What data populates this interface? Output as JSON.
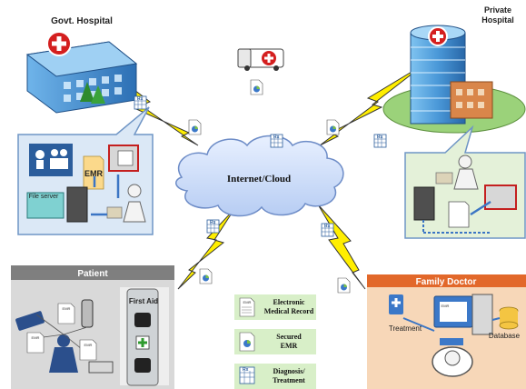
{
  "govt_hospital": {
    "title": "Govt. Hospital",
    "emr_label": "EMR",
    "file_server_label": "File server"
  },
  "private_hospital": {
    "title_line1": "Private",
    "title_line2": "Hospital"
  },
  "cloud": {
    "label": "Internet/Cloud"
  },
  "patient_panel": {
    "title": "Patient",
    "first_aid_label": "First Aid",
    "emr_tag": "EMR"
  },
  "family_doctor_panel": {
    "title": "Family Doctor",
    "treatment_label": "Treatment",
    "database_label": "Database",
    "emr_tag": "EMR"
  },
  "legend": [
    {
      "icon": "emr-document-icon",
      "icon_text": "EMR",
      "line1": "Electronic",
      "line2": "Medical Record"
    },
    {
      "icon": "pie-chart-document-icon",
      "icon_text": "",
      "line1": "Secured",
      "line2": "EMR"
    },
    {
      "icon": "prescription-grid-icon",
      "icon_text": "Rx",
      "line1": "Diagnosis/",
      "line2": "Treatment"
    }
  ],
  "rx_tag": "Rx",
  "colors": {
    "lightning": "#ffee00",
    "lightning_stroke": "#333333",
    "cloud_fill": "#cfe0ff",
    "patient_header": "#7f7f7f",
    "family_doctor_header": "#e2682a",
    "family_doctor_bg": "#f7d7b8",
    "hospital_panel_bg": "#dbe8f6",
    "private_panel_bg": "#e4f1d9",
    "legend_bg": "#d8efc8"
  }
}
